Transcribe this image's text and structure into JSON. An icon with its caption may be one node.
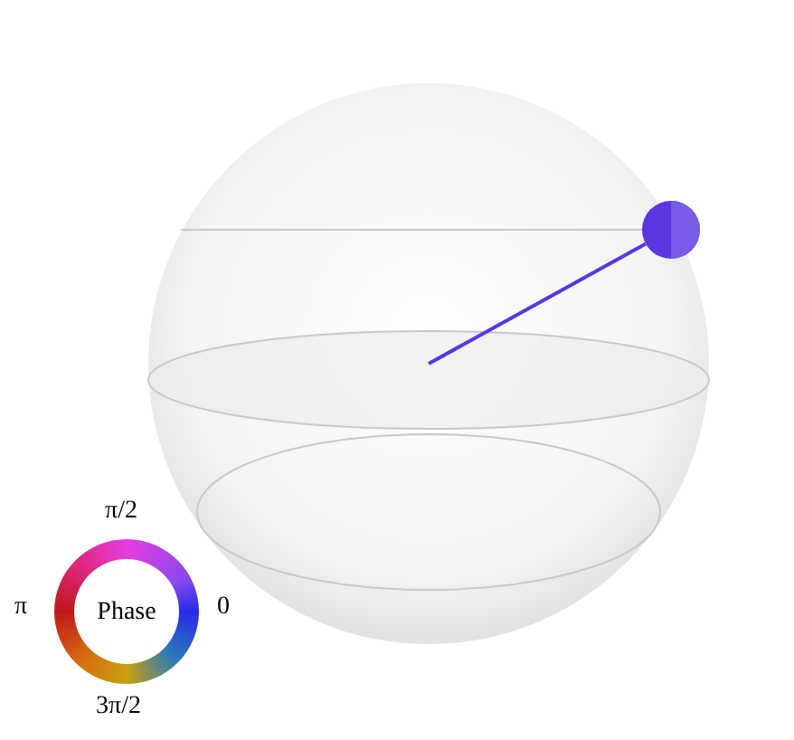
{
  "diagram": {
    "nodes": [
      {
        "text": [
          "Phase"
        ],
        "beside": [
          "π/2",
          "π",
          "0",
          "3π/2"
        ]
      },
      {
        "text": [],
        "shape": "circle"
      }
    ],
    "edges": [
      {
        "from": null,
        "to": 1,
        "arrow": "none",
        "color": "#5a35e0"
      }
    ]
  }
}
